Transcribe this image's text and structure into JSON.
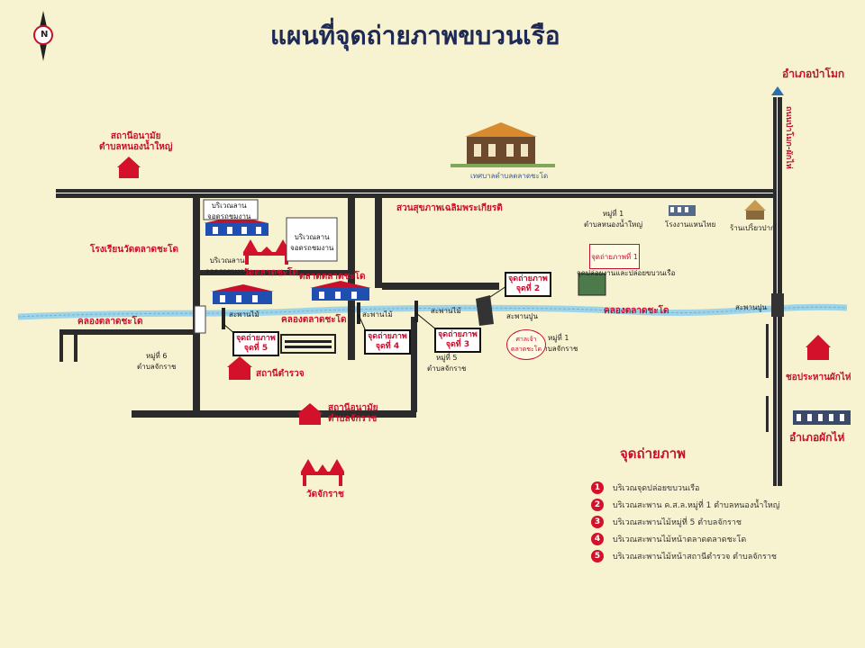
{
  "title": "แผนที่จุดถ่ายภาพขบวนเรือ",
  "north": "N",
  "labels": {
    "amphoe_pamok": "อำเภอป่าโมก",
    "health_nongnamyai": "สถานีอนามัย\nตำบลหนองน้ำใหญ่",
    "municipality": "เทศบาลตำบลตลาดชะโด",
    "school": "โรงเรียนวัดตลาดชะโด",
    "park": "สวนสุขภาพเฉลิมพระเกียรติ",
    "village1_nongnamyai": "หมู่ที่ 1\nตำบลหนองน้ำใหญ่",
    "thai_mill": "โรงงานแหนไทย",
    "restaurant": "ร้านเปร็ยวปาก",
    "hall1": "บริเวณลาน\nจอดรถชมงาน",
    "hall2": "บริเวณลาน\nจอดรถชมงาน",
    "hall3": "บริเวณลาน\nจอดรถชมงาน",
    "wat_talatchado": "วัดตลาดชะโด",
    "market": "ตลาดตลาดชะโด",
    "canal_left": "คลองตลาดชะโด",
    "canal_mid": "คลองตลาดชะโด",
    "canal_right": "คลองตลาดชะโด",
    "wood_bridge_1": "สะพานไม้",
    "wood_bridge_2": "สะพานไม้",
    "wood_bridge_3": "สะพานไม้",
    "concrete_bridge_1": "สะพานปูน",
    "concrete_bridge_2": "สะพานปูน",
    "release_point": "จุดปล่อยงานและปล่อยขบวนเรือ",
    "bubble_point1": "จุดถ่ายภาพที่ 1",
    "police": "สถานีตำรวจ",
    "village6": "หมู่ที่ 6\nตำบลจักราช",
    "village5": "หมู่ที่ 5\nตำบลจักราช",
    "village1_chakkarat": "หมู่ที่ 1\nตำบลจักราช",
    "shrine": "ศาลเจ้า\nตลาดชะโด",
    "health_chakkarat": "สถานีอนามัย\nตำบลจักราช",
    "wat_chakkarat": "วัดจักราช",
    "pamok_road": "ถนนป่าโมก-ผักไห่",
    "health_pakhai": "ชอประหานผักไห่",
    "amphoe_pakhai": "อำเภอผักไห่"
  },
  "points": {
    "p2": "จุดถ่ายภาพ\nจุดที่ 2",
    "p3": "จุดถ่ายภาพ\nจุดที่ 3",
    "p4": "จุดถ่ายภาพ\nจุดที่ 4",
    "p5": "จุดถ่ายภาพ\nจุดที่ 5"
  },
  "legend": {
    "title": "จุดถ่ายภาพ",
    "items": [
      {
        "num": "1",
        "text": "บริเวณจุดปล่อยขบวนเรือ"
      },
      {
        "num": "2",
        "text": "บริเวณสะพาน ค.ส.ล.หมู่ที่ 1 ตำบลหนองน้ำใหญ่"
      },
      {
        "num": "3",
        "text": "บริเวณสะพานไม้หมู่ที่ 5 ตำบลจักราช"
      },
      {
        "num": "4",
        "text": "บริเวณสะพานไม้หน้าตลาดตลาดชะโด"
      },
      {
        "num": "5",
        "text": "บริเวณสะพานไม้หน้าสถานีตำรวจ ตำบลจักราช"
      }
    ]
  },
  "colors": {
    "background": "#f7f2cf",
    "road": "#2b2b2b",
    "river": "#9fd4e8",
    "accent": "#c8102e",
    "building": "#1f4fb0"
  }
}
